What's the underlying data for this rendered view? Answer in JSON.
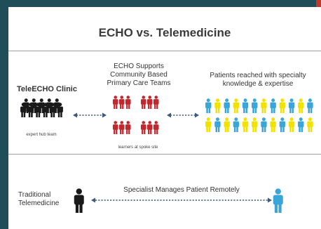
{
  "title": "ECHO vs. Telemedicine",
  "teleecho": {
    "label": "TeleECHO Clinic",
    "hub_caption": "expert hub team"
  },
  "echo_supports": {
    "line1": "ECHO Supports",
    "line2": "Community Based",
    "line3": "Primary Care Teams",
    "spoke_caption": "learners at spoke site"
  },
  "patients": {
    "line1": "Patients reached with specialty",
    "line2": "knowledge & expertise"
  },
  "traditional": {
    "line1": "Traditional",
    "line2": "Telemedicine",
    "arrow_label": "Specialist Manages Patient Remotely"
  },
  "colors": {
    "hub": "#1a1a1a",
    "spoke": "#c0282d",
    "patient_blue": "#3aa6d8",
    "patient_yellow": "#f2e200",
    "arrow": "#3d5a80",
    "frame": "#1f4e58"
  }
}
